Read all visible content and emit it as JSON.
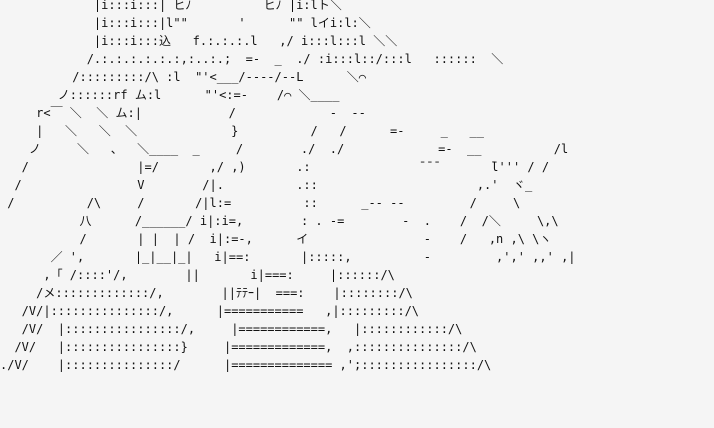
{
  "art": {
    "lines": [
      "             |i:::i:::| ヒﾉ          ヒﾉ |i:lト＼",
      "             |i:::i:::|l\"\"       '      \"\" lイi:l:＼",
      "             |i:::i:::込   f.:.:.:.l   ,/ i:::l:::l ＼＼",
      "            /.:.:.:.:.:.:,:..:.;  =-  _  ./ :i:::l::/:::l   ::::::  ＼",
      "          /:::::::::/\\ :l  \"'<___/----/--L      ＼⌒",
      "        ノ::::::rf ム:l      \"'<:=-    /⌒ ＼____",
      "     r<￣ ＼  ＼ ム:|            /             -  --",
      "     |   ＼   ＼  ＼             }          /   /      =-     _   __",
      "    ノ     ＼   、  ＼____  _     /        ./  ./             =-  __          /l",
      "   /               |=/       ,/ ,)       .:               ¯¯¯       ̄l''' / /",
      "  /                V        /|.          .::                      ,.'  ヾ_",
      " /          /\\     /       /|l:=          ::      _-- --         /     \\",
      "           八      /______/ i|:i=,        : . -=        -  .    /  /＼     \\,\\",
      "           /       | |  | /  i|:=-,      イ                -    /   ,n ,\\ \\ヽ",
      "       ／ ',       |_|__|_|   i|==:       |:::::,          -         ,',' ,,' ,|",
      "      ,「 /::::'/,        ||       i|===:     |::::::/\\",
      "     /メ:::::::::::::/,        ||ﾃﾃｰ|  ===:    |::::::::/\\",
      "   /V/|:::::::::::::::/,      |===========   ,|:::::::::/\\",
      "   /V/  |::::::::::::::::/,     |============,   |::::::::::::/\\",
      "  /V/   |::::::::::::::::}     |=============,  ,:::::::::::::::/\\",
      "./V/    |:::::::::::::::/      |============== ,';::::::::::::::::/\\"
    ]
  }
}
